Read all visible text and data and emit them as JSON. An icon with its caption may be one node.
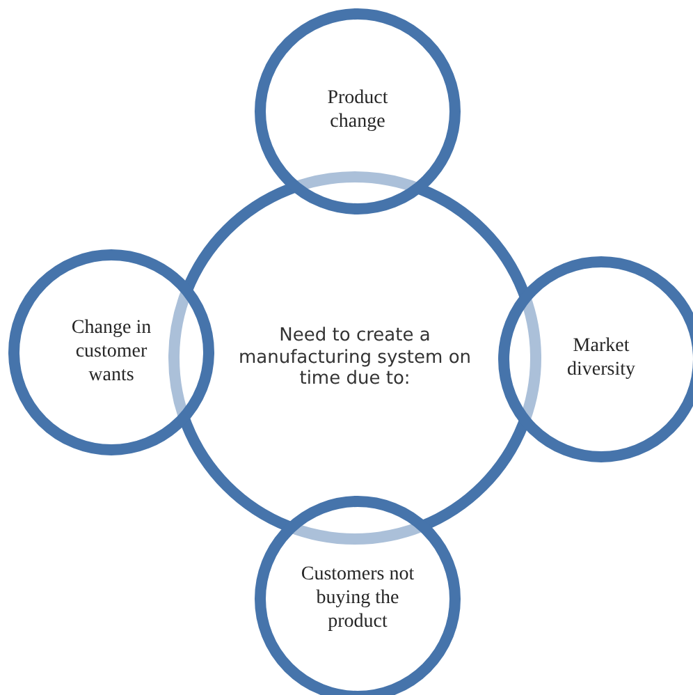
{
  "diagram": {
    "nodes": [
      {
        "text": [
          "Product change"
        ]
      },
      {
        "text": [
          "Change in customer wants"
        ]
      },
      {
        "text": [
          "Need to create a manufacturing system on time due to:"
        ]
      },
      {
        "text": [
          "Market diversity"
        ]
      },
      {
        "text": [
          "Customers not buying the product"
        ]
      }
    ]
  }
}
